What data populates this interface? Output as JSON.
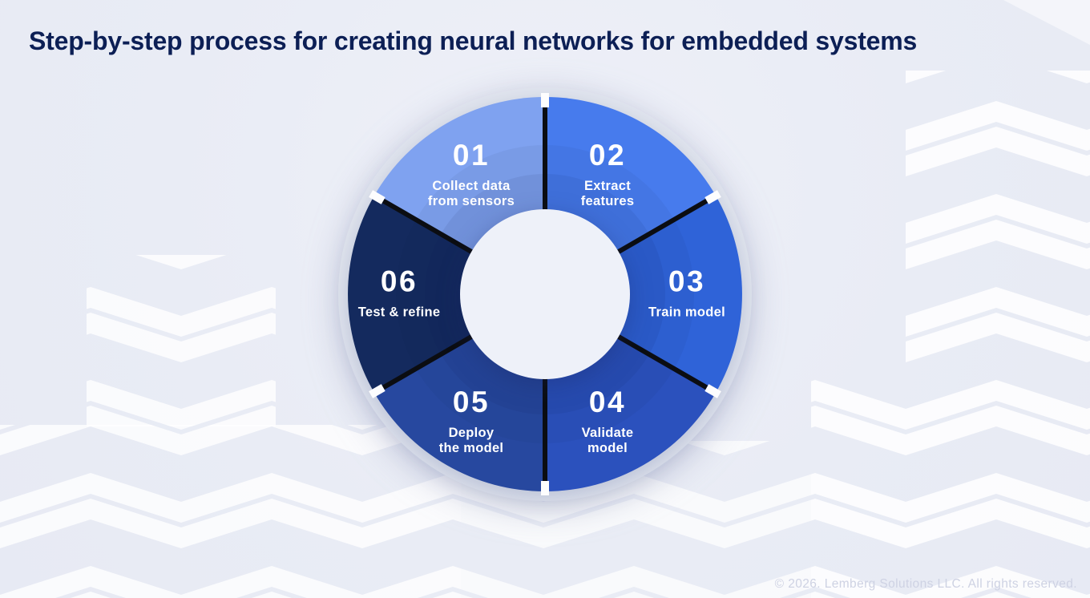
{
  "title": "Step-by-step process for creating neural networks for embedded systems",
  "footer": "© 2026. Lemberg Solutions LLC. All rights reserved.",
  "colors": {
    "background": "#e9ecf5",
    "title_text": "#0c1f55",
    "pattern_stripe": "#ffffff",
    "wheel_halo": "#e2e6ef",
    "wheel_hole": "#eef1f9",
    "divider": "#0b0d12",
    "step_text": "#ffffff"
  },
  "diagram": {
    "type": "cycle-wheel",
    "steps": [
      {
        "number": "01",
        "line1": "Collect data",
        "line2": "from sensors",
        "color": "#7fa2f0"
      },
      {
        "number": "02",
        "line1": "Extract",
        "line2": "features",
        "color": "#477bed"
      },
      {
        "number": "03",
        "line1": "Train model",
        "line2": "",
        "color": "#2f63d8"
      },
      {
        "number": "04",
        "line1": "Validate",
        "line2": "model",
        "color": "#2b51bd"
      },
      {
        "number": "05",
        "line1": "Deploy",
        "line2": "the model",
        "color": "#27489f"
      },
      {
        "number": "06",
        "line1": "Test & refine",
        "line2": "",
        "color": "#142a5e"
      }
    ]
  }
}
